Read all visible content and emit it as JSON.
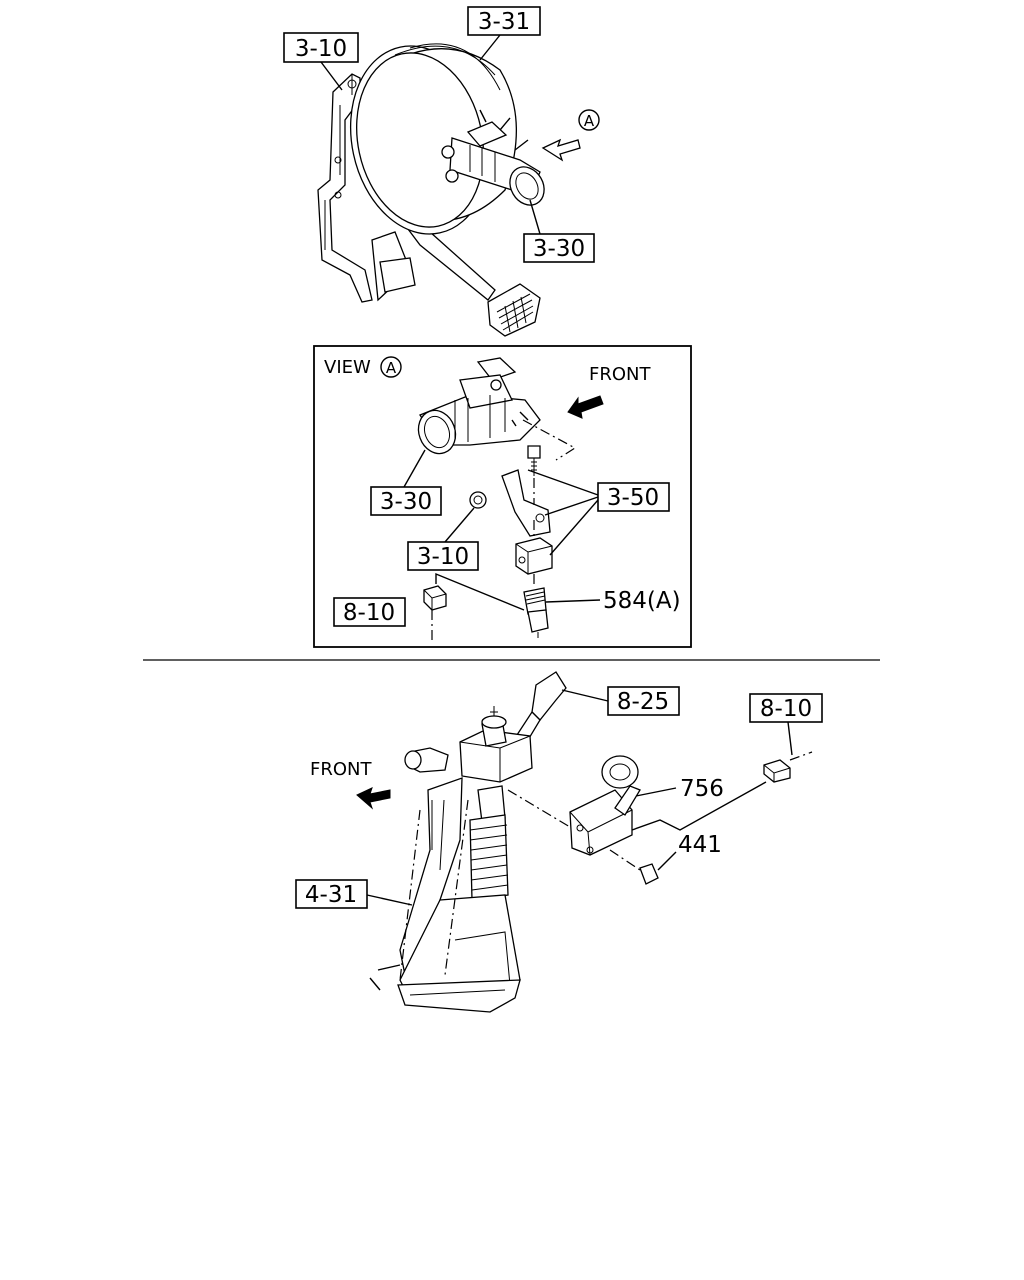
{
  "callouts": {
    "top_bracket": "3-10",
    "booster": "3-31",
    "master_cylinder": "3-30",
    "view_master_cylinder": "3-30",
    "view_bracket_set": "3-50",
    "view_nut": "3-10",
    "view_harness": "8-10",
    "view_switch": "584(A)",
    "steering_switch": "8-25",
    "harness_right": "8-10",
    "sensor": "756",
    "bolt": "441",
    "column": "4-31"
  },
  "view_marker": "A",
  "view_title": "VIEW",
  "front_labels": {
    "view": "FRONT",
    "lower": "FRONT"
  }
}
